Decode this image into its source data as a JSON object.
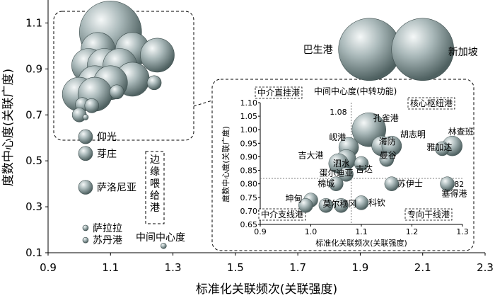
{
  "chart_data": [
    {
      "type": "scatter",
      "role": "main",
      "xlabel": "标准化关联频次(关联强度)",
      "ylabel": "度数中心度(关联广度)",
      "xlim": [
        0.9,
        2.3
      ],
      "ylim": [
        0.1,
        1.2
      ],
      "xticks": [
        "0.9",
        "1.1",
        "1.3",
        "1.5",
        "1.7",
        "1.9",
        "2.1",
        "2.3"
      ],
      "yticks": [
        "0.1",
        "0.3",
        "0.5",
        "0.7",
        "0.9",
        "1.1"
      ],
      "grid": false,
      "points": [
        {
          "label": "巴生港",
          "x": 1.93,
          "y": 0.985,
          "size": "large"
        },
        {
          "label": "新加坡",
          "x": 2.1,
          "y": 0.985,
          "size": "large"
        },
        {
          "label": "仰光",
          "x": 1.02,
          "y": 0.605,
          "size": "small"
        },
        {
          "label": "芽庄",
          "x": 1.02,
          "y": 0.532,
          "size": "small"
        },
        {
          "label": "萨洛尼亚",
          "x": 1.02,
          "y": 0.385,
          "size": "small"
        },
        {
          "label": "萨拉拉",
          "x": 1.02,
          "y": 0.208,
          "size": "tiny"
        },
        {
          "label": "苏丹港",
          "x": 1.02,
          "y": 0.155,
          "size": "tiny"
        },
        {
          "label": "",
          "x": 1.27,
          "y": 0.13,
          "size": "tiny"
        },
        {
          "label": "",
          "x": 1.1,
          "y": 1.06,
          "size": "large"
        },
        {
          "label": "",
          "x": 1.06,
          "y": 0.985,
          "size": "medium"
        },
        {
          "label": "",
          "x": 1.17,
          "y": 0.985,
          "size": "medium"
        },
        {
          "label": "",
          "x": 1.25,
          "y": 0.96,
          "size": "medium"
        },
        {
          "label": "",
          "x": 1.03,
          "y": 0.915,
          "size": "medium"
        },
        {
          "label": "",
          "x": 1.08,
          "y": 0.915,
          "size": "medium"
        },
        {
          "label": "",
          "x": 1.13,
          "y": 0.915,
          "size": "medium"
        },
        {
          "label": "",
          "x": 1.17,
          "y": 0.855,
          "size": "medium"
        },
        {
          "label": "",
          "x": 1.24,
          "y": 0.84,
          "size": "small"
        },
        {
          "label": "",
          "x": 1.05,
          "y": 0.84,
          "size": "medium"
        },
        {
          "label": "",
          "x": 1.1,
          "y": 0.84,
          "size": "medium"
        },
        {
          "label": "",
          "x": 1.0,
          "y": 0.79,
          "size": "medium"
        },
        {
          "label": "",
          "x": 1.05,
          "y": 0.79,
          "size": "medium"
        },
        {
          "label": "",
          "x": 1.12,
          "y": 0.8,
          "size": "small"
        },
        {
          "label": "",
          "x": 1.01,
          "y": 0.745,
          "size": "small"
        },
        {
          "label": "",
          "x": 1.04,
          "y": 0.74,
          "size": "small"
        },
        {
          "label": "",
          "x": 1.0,
          "y": 0.7,
          "size": "small"
        },
        {
          "label": "",
          "x": 1.02,
          "y": 0.69,
          "size": "tiny"
        }
      ],
      "annotations": [
        "边缘喂给港",
        "中间中心度"
      ]
    },
    {
      "type": "scatter",
      "role": "inset",
      "xlabel": "标准化关联频次(关联强度)",
      "ylabel": "度数中心度(关联广度)",
      "xlim": [
        0.9,
        1.3
      ],
      "ylim": [
        0.65,
        1.1
      ],
      "xticks": [
        "0.9",
        "1.0",
        "1.1",
        "1.2",
        "1.3"
      ],
      "yticks": [
        "0.65",
        "0.70",
        "0.75",
        "0.80",
        "0.85",
        "0.90",
        "0.95",
        "1.00",
        "1.05",
        "1.10"
      ],
      "ref_x": 1.08,
      "ref_y": 0.82,
      "ref_x_label": "1.08",
      "ref_y_label": "0.82",
      "quadrant_labels": [
        "中介直挂港",
        "中间中心度(中转功能)",
        "核心枢纽港",
        "中介支线港",
        "专向干线港"
      ],
      "points": [
        {
          "label": "孔雀港",
          "x": 1.115,
          "y": 1.0,
          "size": "large"
        },
        {
          "label": "海防",
          "x": 1.14,
          "y": 0.94,
          "size": "medium"
        },
        {
          "label": "胡志明",
          "x": 1.16,
          "y": 0.94,
          "size": "medium"
        },
        {
          "label": "林查班",
          "x": 1.28,
          "y": 0.94,
          "size": "medium"
        },
        {
          "label": "岘港",
          "x": 1.075,
          "y": 0.935,
          "size": "medium"
        },
        {
          "label": "吉大港",
          "x": 1.07,
          "y": 0.89,
          "size": "medium"
        },
        {
          "label": "曼谷",
          "x": 1.15,
          "y": 0.89,
          "size": "small"
        },
        {
          "label": "雅加达",
          "x": 1.26,
          "y": 0.93,
          "size": "small"
        },
        {
          "label": "泗水",
          "x": 1.055,
          "y": 0.875,
          "size": "medium"
        },
        {
          "label": "吉达",
          "x": 1.1,
          "y": 0.875,
          "size": "small"
        },
        {
          "label": "蛋尔迪亚",
          "x": 1.07,
          "y": 0.835,
          "size": "small"
        },
        {
          "label": "棉城",
          "x": 1.05,
          "y": 0.8,
          "size": "small"
        },
        {
          "label": "苏伊士",
          "x": 1.16,
          "y": 0.8,
          "size": "small"
        },
        {
          "label": "塞得港",
          "x": 1.27,
          "y": 0.8,
          "size": "small"
        },
        {
          "label": "坤甸",
          "x": 1.0,
          "y": 0.74,
          "size": "small"
        },
        {
          "label": "",
          "x": 0.99,
          "y": 0.72,
          "size": "small"
        },
        {
          "label": "",
          "x": 1.03,
          "y": 0.72,
          "size": "small"
        },
        {
          "label": "莫尔穆冈",
          "x": 1.06,
          "y": 0.72,
          "size": "small"
        },
        {
          "label": "科钦",
          "x": 1.1,
          "y": 0.73,
          "size": "small"
        }
      ]
    }
  ]
}
